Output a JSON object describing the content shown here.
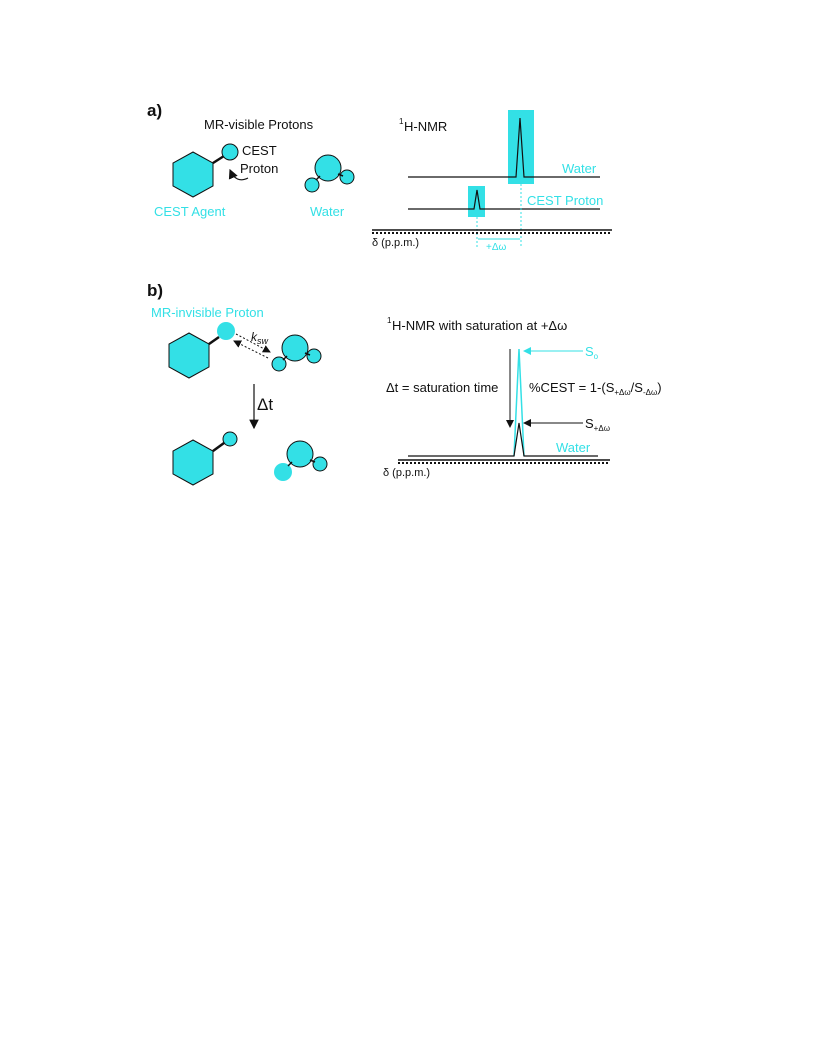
{
  "colors": {
    "accent": "#33e0e6",
    "ink": "#111111"
  },
  "panel_a": {
    "label": "a)",
    "title": "MR-visible Protons",
    "cest_label_1": "CEST",
    "cest_label_2": "Proton",
    "agent_label": "CEST Agent",
    "water_label": "Water",
    "nmr_title_sup": "1",
    "nmr_title": "H-NMR",
    "spectrum_water": "Water",
    "spectrum_cest": "CEST Proton",
    "axis_label": "δ (p.p.m.)",
    "shift_label": "+Δω"
  },
  "panel_b": {
    "label": "b)",
    "title": "MR-invisible Proton",
    "k_label": "k",
    "k_sub": "sw",
    "delta_t": "Δt",
    "nmr_title_sup": "1",
    "nmr_title": "H-NMR with saturation at +Δω",
    "s0_main": "S",
    "s0_sub": "o",
    "saturation_text": "Δt = saturation time",
    "cest_formula_a": "%CEST = 1-(S",
    "cest_formula_sub1": "+Δω",
    "cest_formula_b": "/S",
    "cest_formula_sub2": "-Δω",
    "cest_formula_c": ")",
    "s_plus_main": "S",
    "s_plus_sub": "+Δω",
    "water_label": "Water",
    "axis_label": "δ (p.p.m.)"
  }
}
